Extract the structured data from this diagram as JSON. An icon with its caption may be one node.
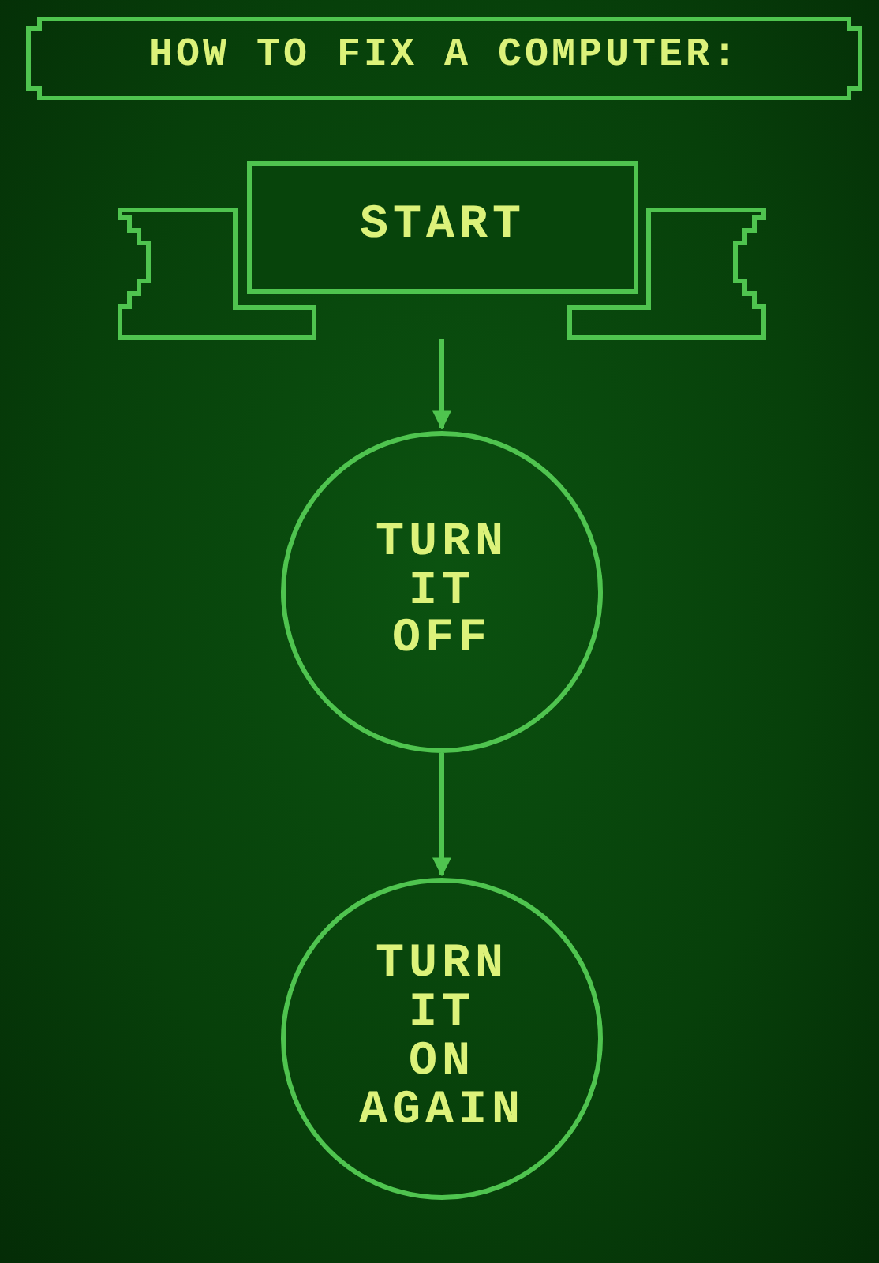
{
  "diagram": {
    "title": "HOW TO FIX A COMPUTER:",
    "nodes": [
      {
        "text": [
          "START"
        ]
      },
      {
        "text": [
          "TURN IT OFF"
        ]
      },
      {
        "text": [
          "TURN IT ON AGAIN"
        ]
      }
    ],
    "edges": [
      {
        "from": 0,
        "to": 1,
        "arrow": "to"
      },
      {
        "from": 1,
        "to": 2,
        "arrow": "to"
      }
    ]
  }
}
